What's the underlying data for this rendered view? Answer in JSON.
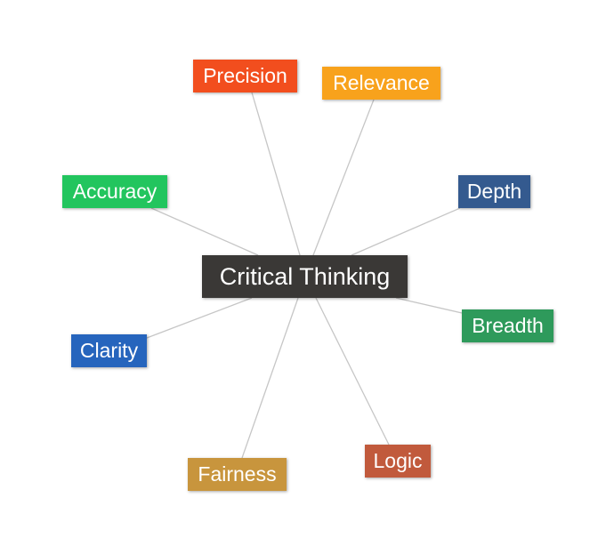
{
  "center": {
    "label": "Critical Thinking",
    "color": "#3a3836"
  },
  "branches": [
    {
      "id": "precision",
      "label": "Precision",
      "color": "#f24e1e"
    },
    {
      "id": "relevance",
      "label": "Relevance",
      "color": "#f8a21c"
    },
    {
      "id": "accuracy",
      "label": "Accuracy",
      "color": "#22c55e"
    },
    {
      "id": "depth",
      "label": "Depth",
      "color": "#345a8f"
    },
    {
      "id": "breadth",
      "label": "Breadth",
      "color": "#2e9a5b"
    },
    {
      "id": "clarity",
      "label": "Clarity",
      "color": "#2665bd"
    },
    {
      "id": "fairness",
      "label": "Fairness",
      "color": "#c8953d"
    },
    {
      "id": "logic",
      "label": "Logic",
      "color": "#c15a3c"
    }
  ],
  "connector_color": "#c6c6c6"
}
